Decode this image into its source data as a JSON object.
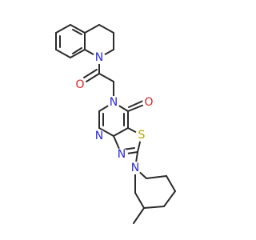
{
  "molecule": {
    "atoms": {
      "n_tetrahydroquinoline": "N",
      "o_amide": "O",
      "n_pyrimidinone": "N",
      "o_carbonyl": "O",
      "n_pyrimidine": "N",
      "s_thiazole": "S",
      "n_thiazole": "N",
      "n_piperidine": "N"
    }
  }
}
